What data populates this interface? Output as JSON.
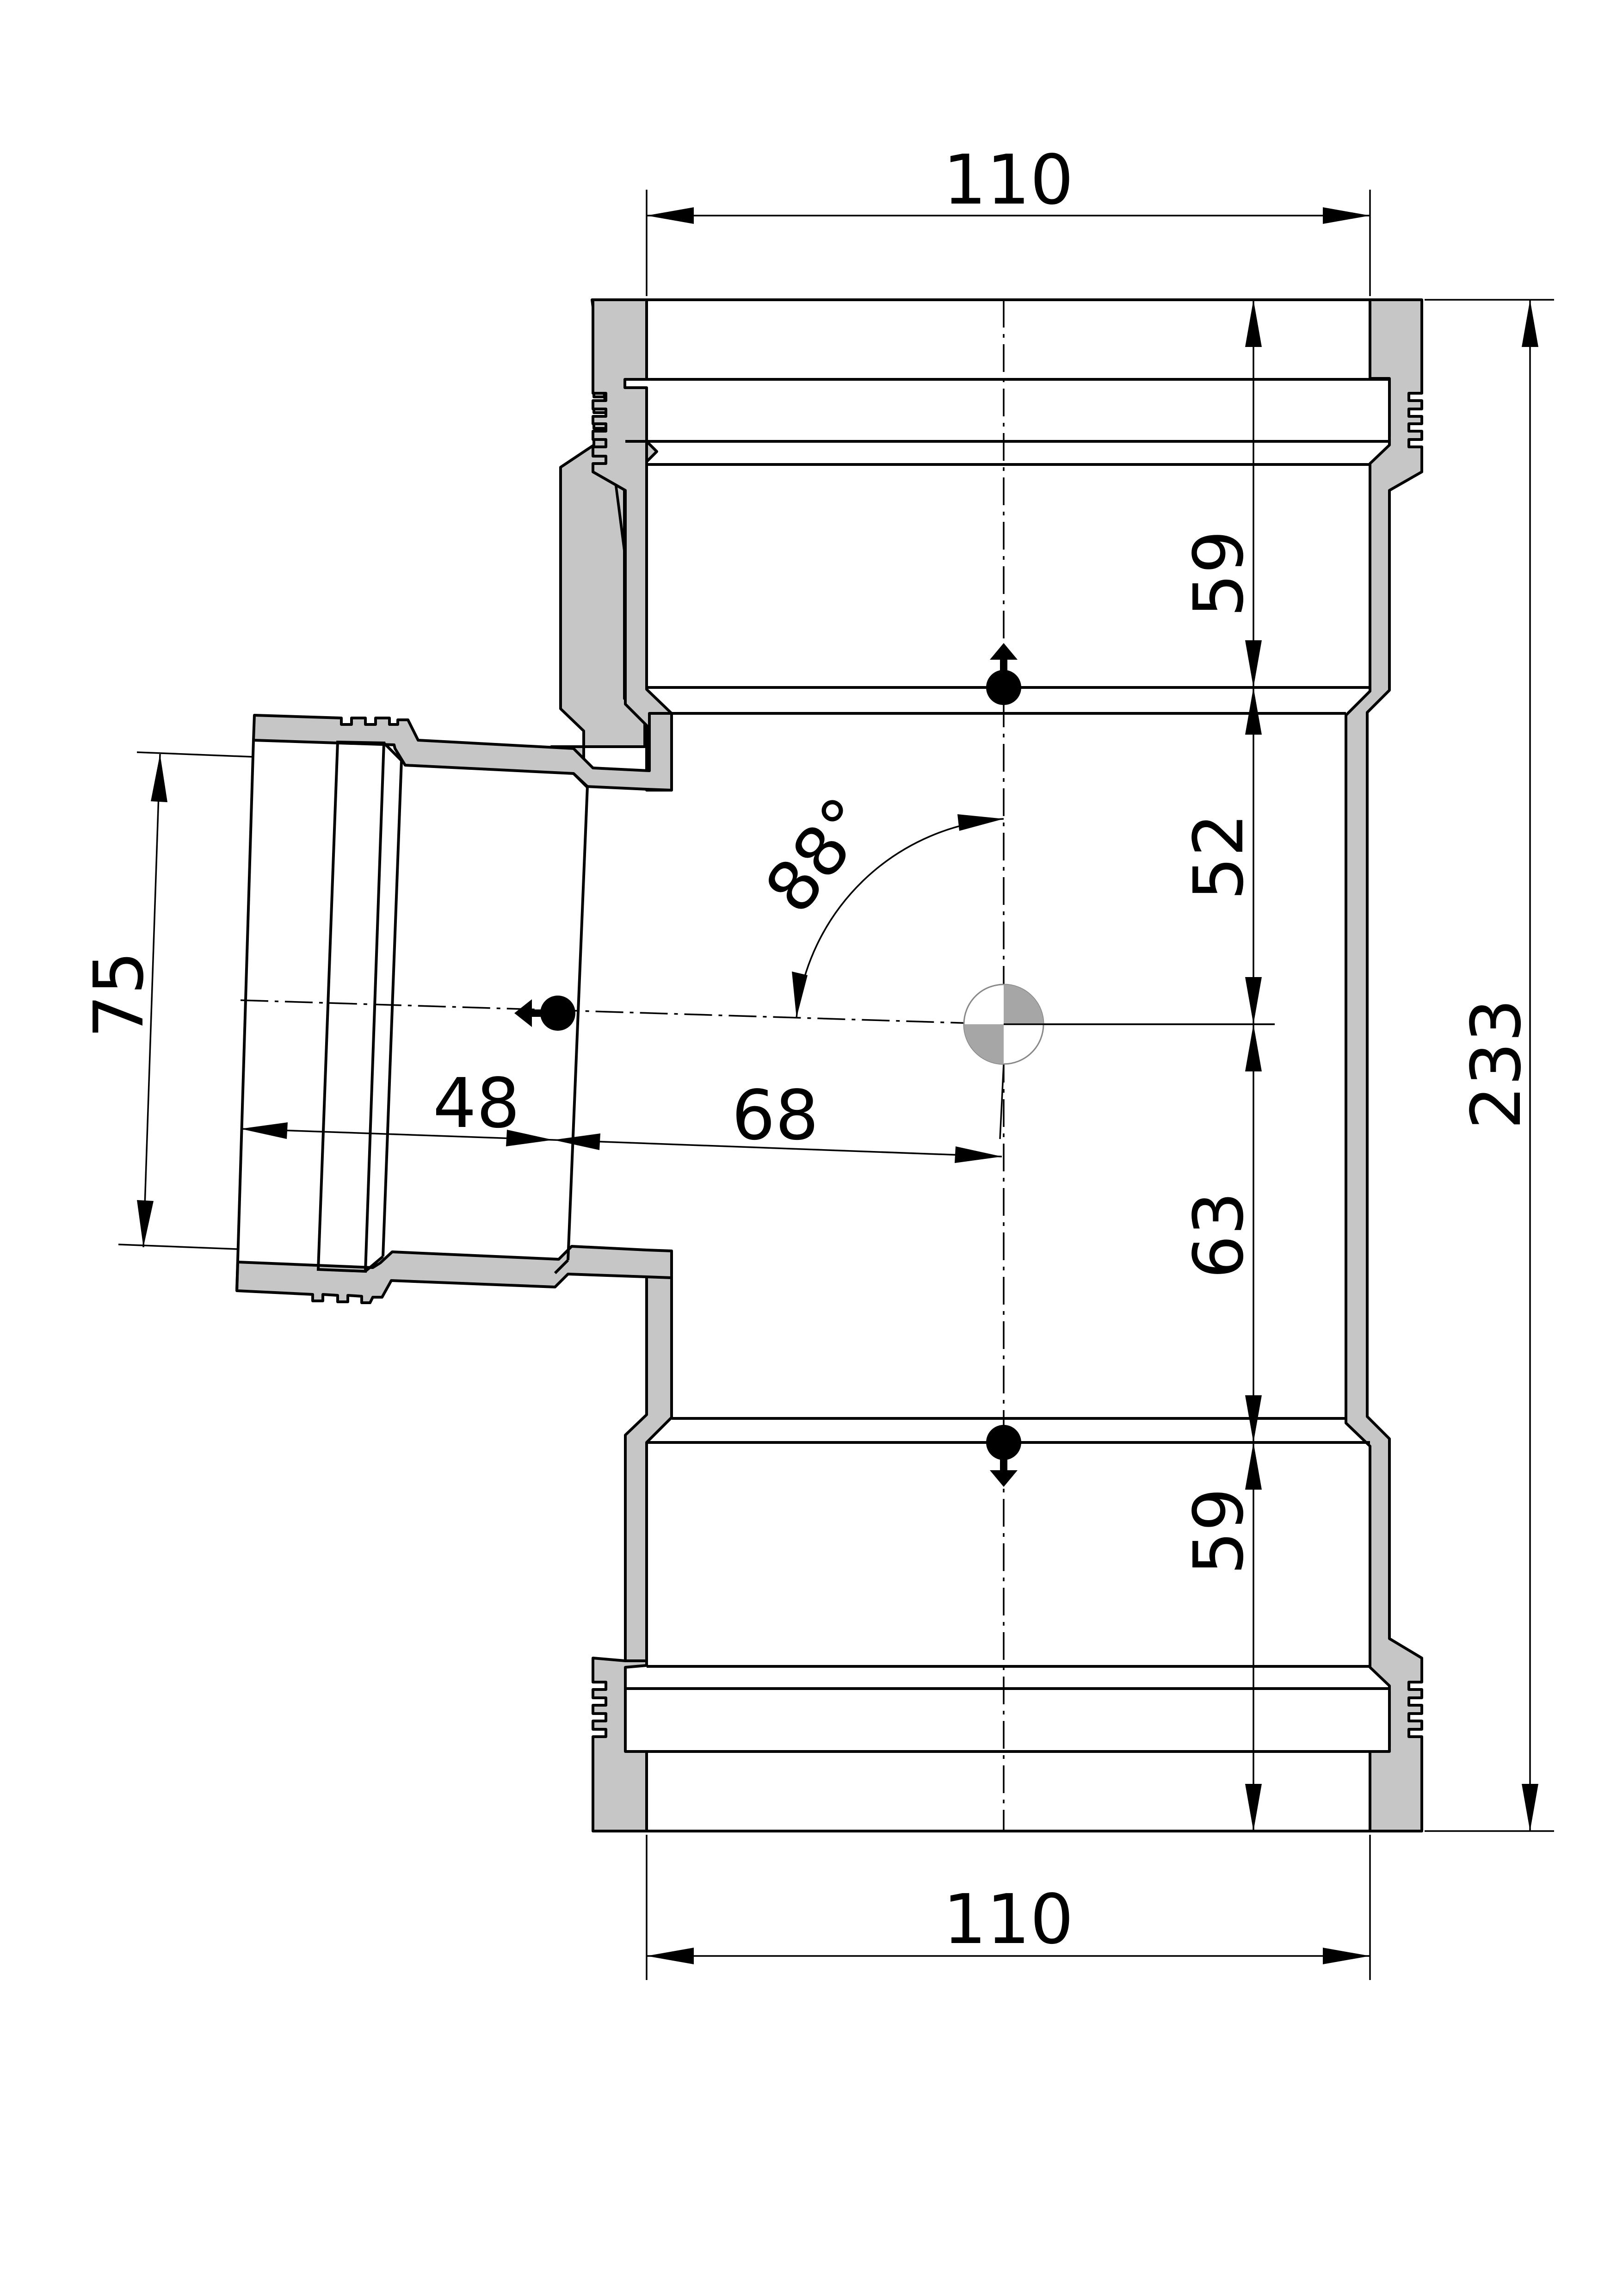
{
  "dimensions": {
    "top_width": "110",
    "bottom_width": "110",
    "total_height": "233",
    "upper_socket": "59",
    "upper_body": "52",
    "lower_body": "63",
    "lower_socket": "59",
    "branch_diameter": "75",
    "branch_socket": "48",
    "branch_offset": "68",
    "branch_angle": "88°"
  },
  "colors": {
    "section_fill": "#c6c6c6",
    "line": "#000000"
  },
  "markers": [
    "insertion-arrow-top",
    "insertion-arrow-bottom",
    "insertion-arrow-branch",
    "center-of-gravity-symbol"
  ]
}
